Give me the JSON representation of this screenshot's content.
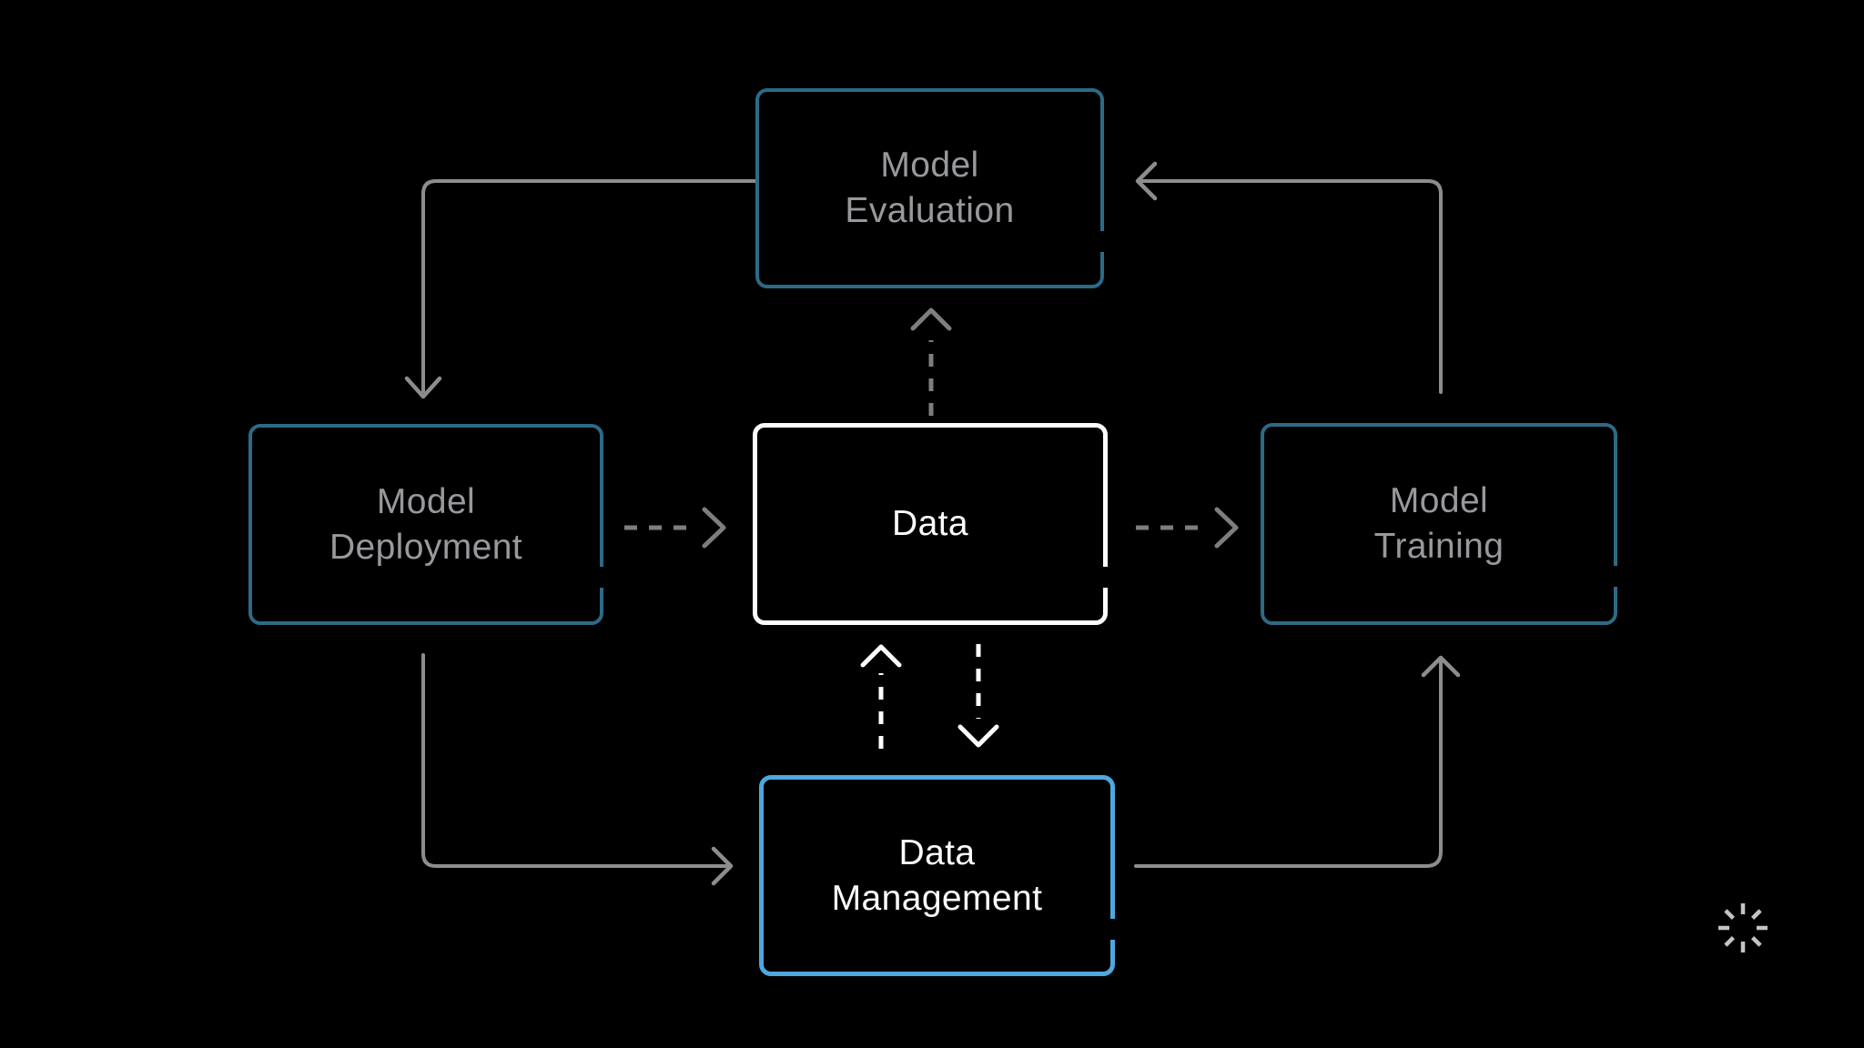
{
  "theme": {
    "bg": "#000000",
    "teal-border": "#2d6a85",
    "blue-border": "#4ea7de",
    "white-border": "#fbfbfb",
    "gray-text": "#97999c",
    "white-text": "#fcfcfc",
    "arrow-solid": "#8d8d8d",
    "arrow-dash-gray": "#7c7e80",
    "arrow-dash-white": "#ffffff",
    "spinner": "#c2c4c6"
  },
  "nodes": {
    "model_evaluation": {
      "label": "Model\nEvaluation"
    },
    "model_deployment": {
      "label": "Model\nDeployment"
    },
    "data": {
      "label": "Data"
    },
    "model_training": {
      "label": "Model\nTraining"
    },
    "data_management": {
      "label": "Data\nManagement"
    }
  },
  "edges": [
    {
      "from": "model_evaluation",
      "to": "model_deployment",
      "style": "solid",
      "color": "gray"
    },
    {
      "from": "model_training",
      "to": "model_evaluation",
      "style": "solid",
      "color": "gray"
    },
    {
      "from": "model_deployment",
      "to": "data_management",
      "style": "solid",
      "color": "gray"
    },
    {
      "from": "data_management",
      "to": "model_training",
      "style": "solid",
      "color": "gray"
    },
    {
      "from": "model_deployment",
      "to": "data",
      "style": "dashed",
      "color": "gray"
    },
    {
      "from": "data",
      "to": "model_training",
      "style": "dashed",
      "color": "gray"
    },
    {
      "from": "data",
      "to": "model_evaluation",
      "style": "dashed",
      "color": "gray"
    },
    {
      "from": "data_management",
      "to": "data",
      "style": "dashed",
      "color": "white"
    },
    {
      "from": "data",
      "to": "data_management",
      "style": "dashed",
      "color": "white"
    }
  ],
  "icons": {
    "spinner": {
      "name": "loading-spinner",
      "segments": 8
    }
  }
}
